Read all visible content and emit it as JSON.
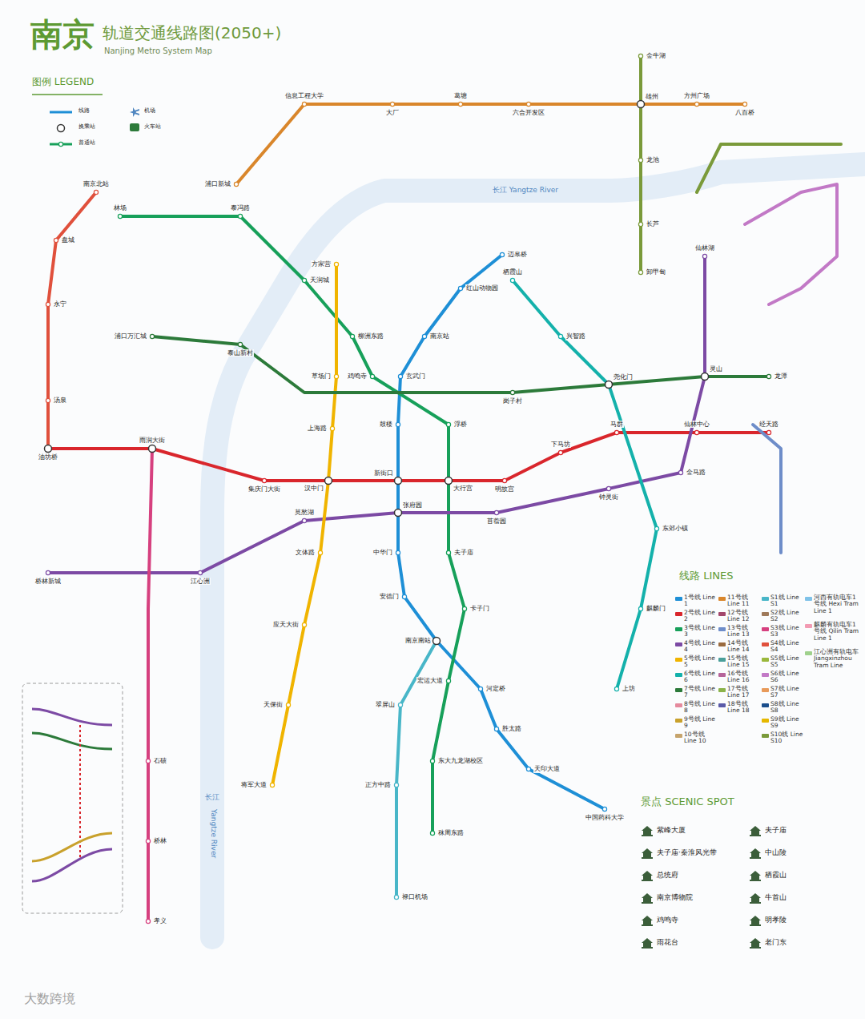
{
  "diagram": {
    "title": "南京",
    "labels": [
      "轨道交通线路图(2050+)",
      "Nanjing Metro System Map",
      "图例 LEGEND",
      "线路",
      "换乘站",
      "普通站",
      "机场",
      "火车站",
      "长江 Yangtze River",
      "长江",
      "Yangtze River",
      "线路 LINES",
      "景点 SCENIC SPOT",
      "大数跨境",
      "迈皋桥",
      "红山动物园",
      "南京站",
      "玄武门",
      "鼓楼",
      "新街口",
      "中华门",
      "安德门",
      "南京南站",
      "河定桥",
      "胜太路",
      "天印大道",
      "中国药科大学",
      "油坊桥",
      "雨润大街",
      "集庆门大街",
      "汉中门",
      "大行宫",
      "明故宫",
      "下马坊",
      "马群",
      "仙林中心",
      "经天路",
      "林场",
      "泰冯路",
      "天润城",
      "柳洲东路",
      "鸡鸣寺",
      "浮桥",
      "夫子庙",
      "卡子门",
      "宏运大道",
      "东大九龙湖校区",
      "秣周东路",
      "桥林新城",
      "江心洲",
      "莫愁湖",
      "张府园",
      "苜蓿园",
      "钟灵街",
      "金马路",
      "灵山",
      "仙林湖",
      "方家营",
      "草场门",
      "上海路",
      "文体路",
      "应天大街",
      "天保街",
      "将军大道",
      "栖霞山",
      "兴智路",
      "尧化门",
      "东郊小镇",
      "麒麟门",
      "上坊",
      "浦口万汇城",
      "泰山新村",
      "岗子村",
      "龙潭",
      "金牛湖",
      "雄州",
      "龙池",
      "长芦",
      "卸甲甸",
      "信息工程大学",
      "大厂",
      "葛塘",
      "六合开发区",
      "方州广场",
      "八百桥",
      "浦口新城",
      "南京北站",
      "盘城",
      "永宁",
      "汤泉",
      "翠屏山",
      "正方中路",
      "禄口机场",
      "石碛",
      "桥林",
      "孝义"
    ],
    "legend": [
      {
        "text": "1号线 Line 1",
        "color": "#1e8fd6"
      },
      {
        "text": "2号线 Line 2",
        "color": "#d9262c"
      },
      {
        "text": "3号线 Line 3",
        "color": "#17a05a"
      },
      {
        "text": "4号线 Line 4",
        "color": "#7c4aa4"
      },
      {
        "text": "5号线 Line 5",
        "color": "#f0b400"
      },
      {
        "text": "6号线 Line 6",
        "color": "#14b1ab"
      },
      {
        "text": "7号线 Line 7",
        "color": "#2c7a3a"
      },
      {
        "text": "8号线 Line 8",
        "color": "#e58a9d"
      },
      {
        "text": "9号线 Line 9",
        "color": "#c9a12c"
      },
      {
        "text": "10号线 Line 10",
        "color": "#c6a46c"
      },
      {
        "text": "11号线 Line 11",
        "color": "#d9862b"
      },
      {
        "text": "12号线 Line 12",
        "color": "#a3486c"
      },
      {
        "text": "13号线 Line 13",
        "color": "#6e8dc9"
      },
      {
        "text": "14号线 Line 14",
        "color": "#9a6b3f"
      },
      {
        "text": "15号线 Line 15",
        "color": "#4a9f9a"
      },
      {
        "text": "16号线 Line 16",
        "color": "#b6659a"
      },
      {
        "text": "17号线 Line 17",
        "color": "#8bb34a"
      },
      {
        "text": "18号线 Line 18",
        "color": "#5a5aa8"
      },
      {
        "text": "S1线 Line S1",
        "color": "#48b6c8"
      },
      {
        "text": "S2线 Line S2",
        "color": "#9f7a5a"
      },
      {
        "text": "S3线 Line S3",
        "color": "#d6407f"
      },
      {
        "text": "S4线 Line S4",
        "color": "#e0503c"
      },
      {
        "text": "S5线 Line S5",
        "color": "#9ab83c"
      },
      {
        "text": "S6线 Line S6",
        "color": "#c279c6"
      },
      {
        "text": "S7线 Line S7",
        "color": "#e89a5a"
      },
      {
        "text": "S8线 Line S8",
        "color": "#1b4e8c"
      },
      {
        "text": "S9线 Line S9",
        "color": "#e6b800"
      },
      {
        "text": "S10线 Line S10",
        "color": "#7a9a3a"
      },
      {
        "text": "河西有轨电车1号线 Hexi Tram Line 1",
        "color": "#7fc2e8"
      },
      {
        "text": "麒麟有轨电车1号线 Qilin Tram Line 1",
        "color": "#f29bb3"
      },
      {
        "text": "江心洲有轨电车 Jiangxinzhou Tram Line",
        "color": "#9fd18c"
      },
      {
        "text": "紫峰大厦"
      },
      {
        "text": "夫子庙·秦淮风光带"
      },
      {
        "text": "总统府"
      },
      {
        "text": "南京博物院"
      },
      {
        "text": "鸡鸣寺"
      },
      {
        "text": "雨花台"
      },
      {
        "text": "夫子庙"
      },
      {
        "text": "中山陵"
      },
      {
        "text": "栖霞山"
      },
      {
        "text": "牛首山"
      },
      {
        "text": "明孝陵"
      },
      {
        "text": "老门东"
      }
    ]
  }
}
